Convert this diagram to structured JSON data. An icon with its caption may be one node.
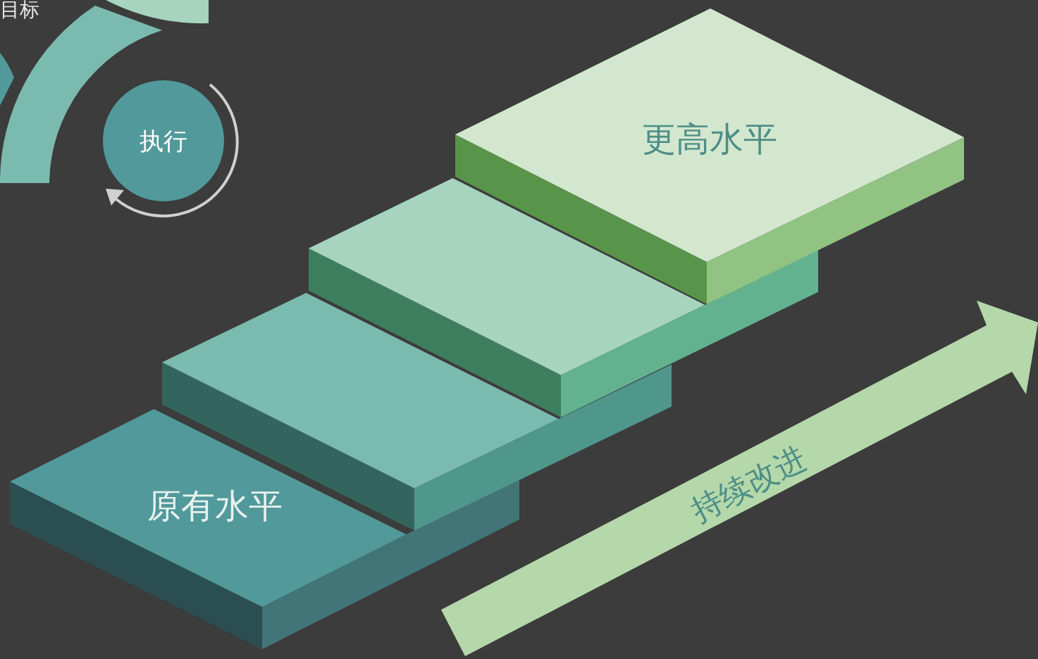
{
  "diagram": {
    "nodes": [
      {
        "text": [
          "执行"
        ]
      },
      {
        "text": [
          "原有水平"
        ]
      },
      {
        "text": [],
        "shape": "box"
      },
      {
        "text": [],
        "shape": "box"
      },
      {
        "text": [
          "更高水平"
        ]
      },
      {
        "text": [
          "持续改进"
        ]
      }
    ],
    "labels": [
      "目标"
    ]
  }
}
